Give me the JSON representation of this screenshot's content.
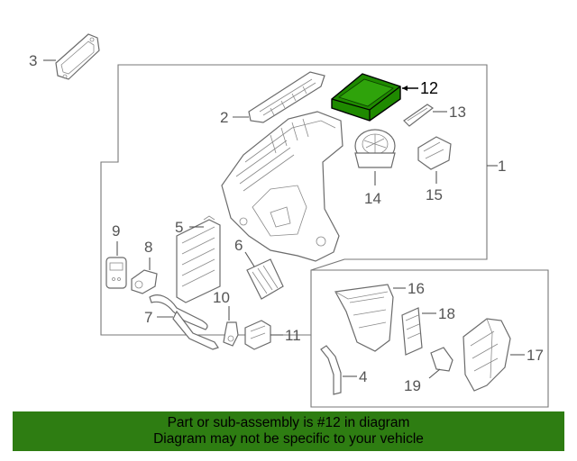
{
  "callouts": {
    "c1": "1",
    "c2": "2",
    "c3": "3",
    "c4": "4",
    "c5": "5",
    "c6": "6",
    "c7": "7",
    "c8": "8",
    "c9": "9",
    "c10": "10",
    "c11": "11",
    "c12": "12",
    "c13": "13",
    "c14": "14",
    "c15": "15",
    "c16": "16",
    "c17": "17",
    "c18": "18",
    "c19": "19"
  },
  "highlight": {
    "part_number": "12",
    "color": "#2e7d12"
  },
  "banner": {
    "line1": "Part or sub-assembly is #12 in diagram",
    "line2": "Diagram may not be specific to your vehicle",
    "background": "#2e7d12"
  }
}
